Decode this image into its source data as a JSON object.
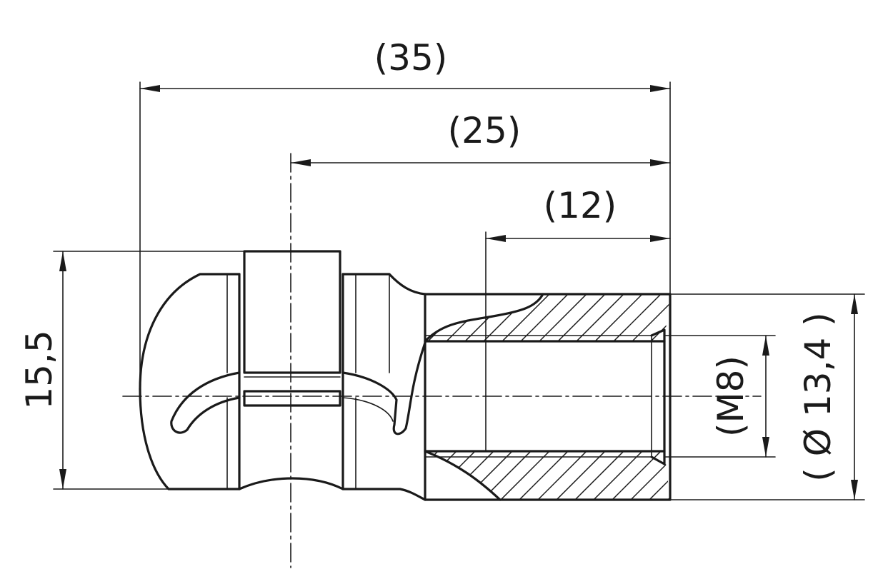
{
  "dimensions": {
    "overall_length": "(35)",
    "ball_to_end": "(25)",
    "thread_depth": "(12)",
    "height": "15,5",
    "thread": "(M8)",
    "outer_diameter": "( Ø 13,4 )"
  },
  "colors": {
    "line": "#1a1a1a",
    "background": "#ffffff"
  }
}
